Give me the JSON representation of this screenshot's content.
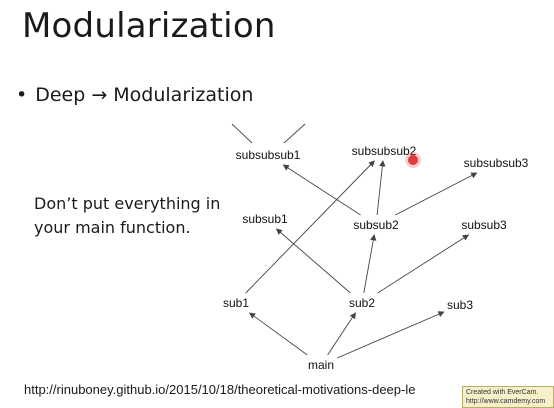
{
  "slide": {
    "title": "Modularization",
    "bullet": "Deep → Modularization",
    "note": "Don’t put everything in your main function.",
    "url": "http://rinuboney.github.io/2015/10/18/theoretical-motivations-deep-le"
  },
  "diagram": {
    "nodes": {
      "main": "main",
      "sub1": "sub1",
      "sub2": "sub2",
      "sub3": "sub3",
      "subsub1": "subsub1",
      "subsub2": "subsub2",
      "subsub3": "subsub3",
      "subsubsub1": "subsubsub1",
      "subsubsub2": "subsubsub2",
      "subsubsub3": "subsubsub3"
    },
    "edges": [
      [
        "main",
        "sub1"
      ],
      [
        "main",
        "sub2"
      ],
      [
        "main",
        "sub3"
      ],
      [
        "sub1",
        "subsubsub2"
      ],
      [
        "sub2",
        "subsub1"
      ],
      [
        "sub2",
        "subsub2"
      ],
      [
        "sub2",
        "subsub3"
      ],
      [
        "subsub2",
        "subsubsub1"
      ],
      [
        "subsub2",
        "subsubsub2"
      ],
      [
        "subsub2",
        "subsubsub3"
      ]
    ]
  },
  "watermark": {
    "line1": "Created with EverCam.",
    "line2": "http://www.camdemy.com"
  }
}
